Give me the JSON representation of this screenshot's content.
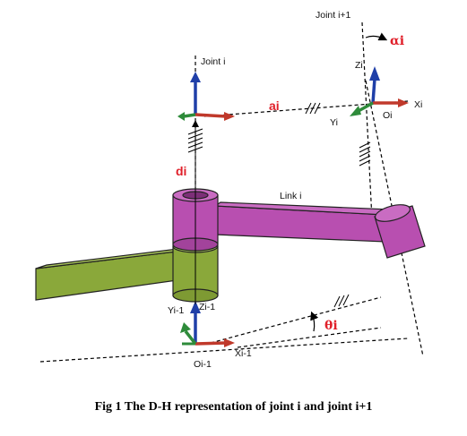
{
  "labels": {
    "joint_next": "Joint i+1",
    "joint_i": "Joint i",
    "alpha": "αi",
    "zi": "Zi",
    "a": "ai",
    "xi": "Xi",
    "yi": "Yi",
    "oi": "Oi",
    "d": "di",
    "link": "Link i",
    "zi_prev": "Zi-1",
    "yi_prev": "Yi-1",
    "theta": "θi",
    "oi_prev": "Oi-1",
    "xi_prev": "Xi-1"
  },
  "caption": "Fig 1 The D-H representation of joint i and joint i+1",
  "colors": {
    "purple_link": "#b84fb0",
    "green_link": "#8aa83a",
    "red_label": "#e0202a",
    "z_axis": "#1f3fa8",
    "x_axis": "#c0392b",
    "y_axis": "#2e8b3a"
  }
}
